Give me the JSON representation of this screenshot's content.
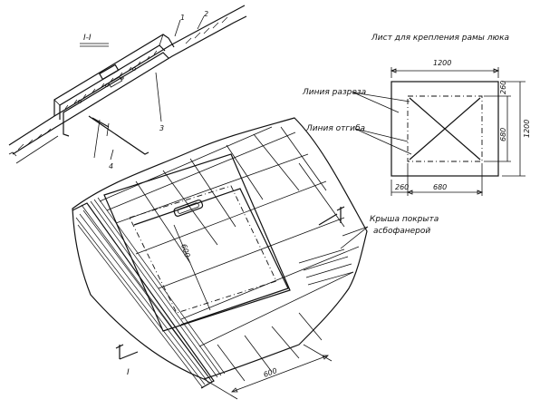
{
  "section_label": "I-I",
  "section_mark": "I",
  "callouts": [
    "1",
    "2",
    "3",
    "4"
  ],
  "sheet_title": "Лист для крепления рамы люка",
  "sheet": {
    "width_top": "1200",
    "height_right": "1200",
    "inner_height": "680",
    "edge_top": "260",
    "inner_width": "680",
    "edge_left": "260"
  },
  "cut_line_label": "Линия разреза",
  "bend_line_label": "Линия отгиба",
  "roof_note_line1": "Крыша покрыта",
  "roof_note_line2": "асбофанерой",
  "hatch_height": "600",
  "hatch_width": "600"
}
